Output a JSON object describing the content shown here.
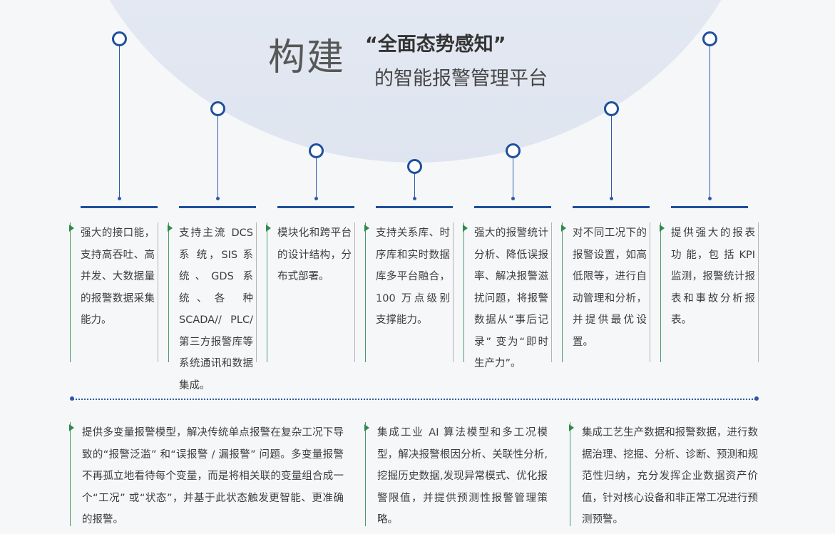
{
  "title": {
    "main": "构建",
    "highlight": "“全面态势感知”",
    "subtitle": "的智能报警管理平台"
  },
  "features": [
    {
      "text": "强大的接口能，支持高吞吐、高并发、大数据量的报警数据采集能力。",
      "icon": "green-arrow-icon"
    },
    {
      "text": "支持主流 DCS 系 统，SIS 系统、GDS 系统、各 种 SCADA// PLC/ 第三方报警库等系统通讯和数据集成。",
      "icon": "green-arrow-icon"
    },
    {
      "text": "模块化和跨平台的设计结构，分布式部署。",
      "icon": "green-arrow-icon"
    },
    {
      "text": "支持关系库、时序库和实时数据库多平台融合，100 万点级别支撑能力。",
      "icon": "green-arrow-icon"
    },
    {
      "text": "强大的报警统计分析、降低误报率、解决报警滋扰问题，将报警数据从“事后记录” 变为“即时生产力”。",
      "icon": "green-arrow-icon"
    },
    {
      "text": "对不同工况下的报警设置，如高低限等，进行自动管理和分析，并提供最优设置。",
      "icon": "green-arrow-icon"
    },
    {
      "text": "提供强大的报表 功 能，包 括 KPI 监测，报警统计报表和事故分析报表。",
      "icon": "green-arrow-icon"
    }
  ],
  "bottom_features": [
    {
      "text": "提供多变量报警模型，解决传统单点报警在复杂工况下导致的“报警泛滥” 和“误报警 / 漏报警” 问题。多变量报警不再孤立地看待每个变量，而是将相关联的变量组合成一个“工况” 或“状态”，并基于此状态触发更智能、更准确的报警。",
      "icon": "green-arrow-icon"
    },
    {
      "text": "集成工业 AI 算法模型和多工况模型，解决报警根因分析、关联性分析,挖掘历史数据,发现异常模式、优化报警限值，并提供预测性报警管理策略。",
      "icon": "green-arrow-icon"
    },
    {
      "text": "集成工艺生产数据和报警数据，进行数据治理、挖掘、分析、诊断、预测和规范性归纳，充分发挥企业数据资产价值，针对核心设备和非正常工况进行预测预警。",
      "icon": "green-arrow-icon"
    }
  ],
  "colors": {
    "accent_blue": "#1f4f9c",
    "accent_green": "#2f8a4a",
    "background": "#f6f7f9"
  }
}
